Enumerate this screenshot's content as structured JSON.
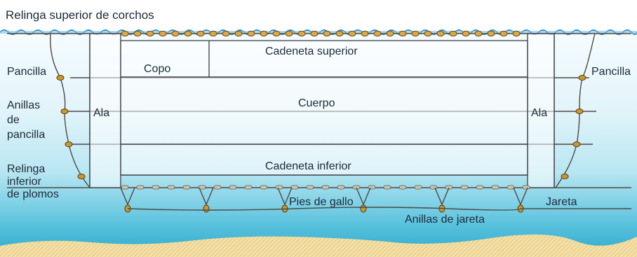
{
  "labels": {
    "top_rope": "Relinga superior de corchos",
    "copo": "Copo",
    "cadeneta_superior": "Cadeneta superior",
    "cuerpo": "Cuerpo",
    "cadeneta_inferior": "Cadeneta inferior",
    "ala_left": "Ala",
    "ala_right": "Ala",
    "pancilla_left": "Pancilla",
    "pancilla_right": "Pancilla",
    "anillas_pancilla_1": "Anillas",
    "anillas_pancilla_2": "de",
    "anillas_pancilla_3": "pancilla",
    "relinga_inferior_1": "Relinga",
    "relinga_inferior_2": "inferior",
    "relinga_inferior_3": "de plomos",
    "pies_de_gallo": "Pies de gallo",
    "anillas_de_jareta": "Anillas de jareta",
    "jareta": "Jareta"
  },
  "colors": {
    "sea_top": "#f4fbff",
    "sea_mid": "#bfe7f3",
    "sea_deep": "#39b3d2",
    "sand": "#f3dfa6",
    "cork": "#d9a94a",
    "ring": "#c9982f"
  }
}
